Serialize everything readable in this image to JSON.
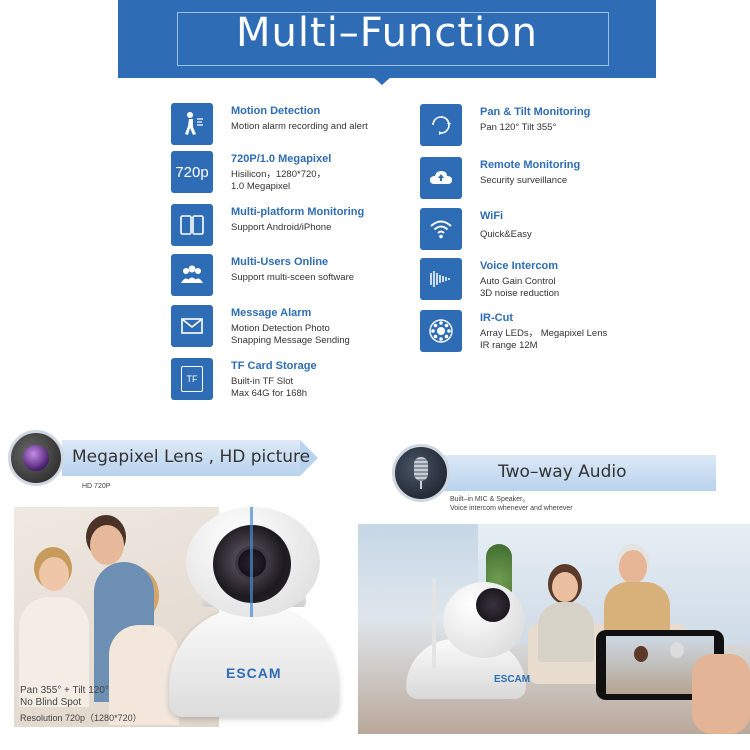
{
  "header": {
    "title": "Multi–Function"
  },
  "features_left": [
    {
      "icon": "person-motion-icon",
      "title": "Motion Detection",
      "lines": [
        "Motion alarm recording and alert"
      ]
    },
    {
      "icon": "720p-badge-icon",
      "icon_text": "720p",
      "title": "720P/1.0 Megapixel",
      "lines": [
        "Hisilicon，1280*720，",
        "1.0 Megapixel"
      ]
    },
    {
      "icon": "devices-icon",
      "title": "Multi-platform Monitoring",
      "lines": [
        "Support Android/iPhone"
      ]
    },
    {
      "icon": "users-icon",
      "title": "Multi-Users Online",
      "lines": [
        "Support multi-sceen software"
      ]
    },
    {
      "icon": "envelope-icon",
      "title": "Message Alarm",
      "lines": [
        "Motion Detection Photo",
        "Snapping Message Sending"
      ]
    },
    {
      "icon": "tf-card-icon",
      "icon_text": "TF",
      "title": "TF Card Storage",
      "lines": [
        "Built-in TF Slot",
        "Max 64G for 168h"
      ]
    }
  ],
  "features_right": [
    {
      "icon": "pan-tilt-icon",
      "title": "Pan & Tilt Monitoring",
      "lines": [
        "Pan 120° Tilt 355°"
      ]
    },
    {
      "icon": "cloud-icon",
      "title": "Remote Monitoring",
      "lines": [
        "Security surveillance"
      ]
    },
    {
      "icon": "wifi-icon",
      "title": "WiFi",
      "lines": [
        "",
        "Quick&Easy"
      ]
    },
    {
      "icon": "sound-wave-icon",
      "title": "Voice Intercom",
      "lines": [
        "Auto Gain Control",
        "3D noise reduction"
      ]
    },
    {
      "icon": "ir-led-icon",
      "title": "IR-Cut",
      "lines": [
        "Array LEDs， Megapixel Lens",
        "IR range 12M"
      ]
    }
  ],
  "lens_section": {
    "title": "Megapixel Lens , HD picture",
    "subtitle": "HD 720P",
    "captions": [
      "Pan 355° + Tilt 120°",
      "No Blind Spot",
      "Resolution 720p（1280*720）"
    ],
    "brand": "ESCAM"
  },
  "audio_section": {
    "title": "Two–way Audio",
    "sub1": "Built–in MIC & Speaker。",
    "sub2": "Voice intercom whenever and wherever",
    "brand": "ESCAM"
  },
  "colors": {
    "accent": "#2e6db5",
    "pill": "#c9dcf1"
  }
}
